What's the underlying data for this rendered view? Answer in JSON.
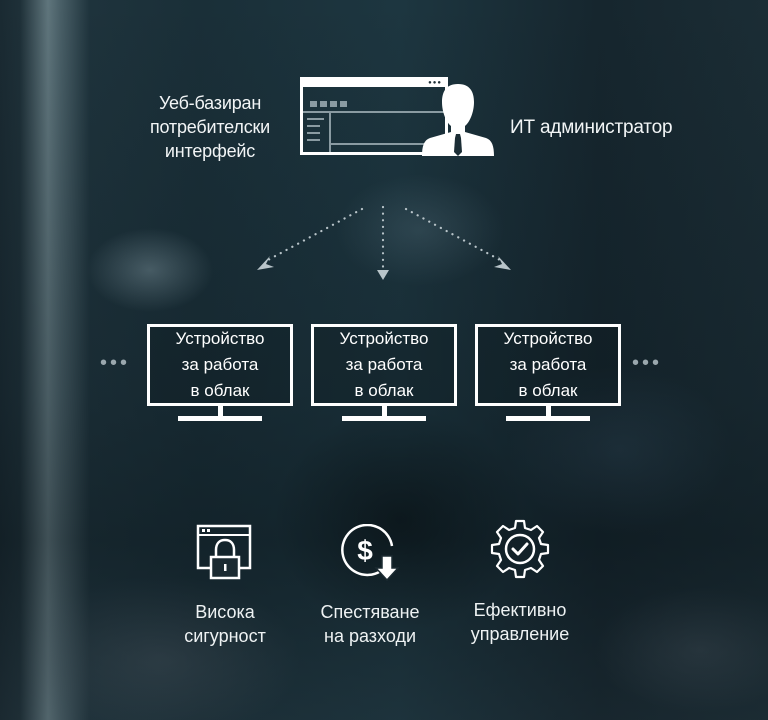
{
  "top": {
    "web_ui_label_lines": [
      "Уеб-базиран",
      "потребителски",
      "интерфейс"
    ],
    "admin_label": "ИТ администратор",
    "web_ui_icon": "browser-window-icon",
    "admin_icon": "person-with-tie-icon"
  },
  "distribution": {
    "arrows": [
      "arrow-down-left",
      "arrow-down",
      "arrow-down-right"
    ],
    "arrow_color": "#b8c4c9"
  },
  "devices": [
    {
      "lines": [
        "Устройство",
        "за работа",
        "в облак"
      ],
      "icon": "monitor-icon"
    },
    {
      "lines": [
        "Устройство",
        "за работа",
        "в облак"
      ],
      "icon": "monitor-icon"
    },
    {
      "lines": [
        "Устройство",
        "за работа",
        "в облак"
      ],
      "icon": "monitor-icon"
    }
  ],
  "ellipsis_left": "•••",
  "ellipsis_right": "•••",
  "benefits": [
    {
      "icon": "browser-lock-icon",
      "lines": [
        "Висока",
        "сигурност"
      ]
    },
    {
      "icon": "dollar-down-arrow-icon",
      "lines": [
        "Спестяване",
        "на разходи"
      ]
    },
    {
      "icon": "gear-check-icon",
      "lines": [
        "Ефективно",
        "управление"
      ]
    }
  ],
  "colors": {
    "foreground": "#ffffff",
    "secondary": "#8a9ba2",
    "background_dark": "#1b2d35"
  }
}
